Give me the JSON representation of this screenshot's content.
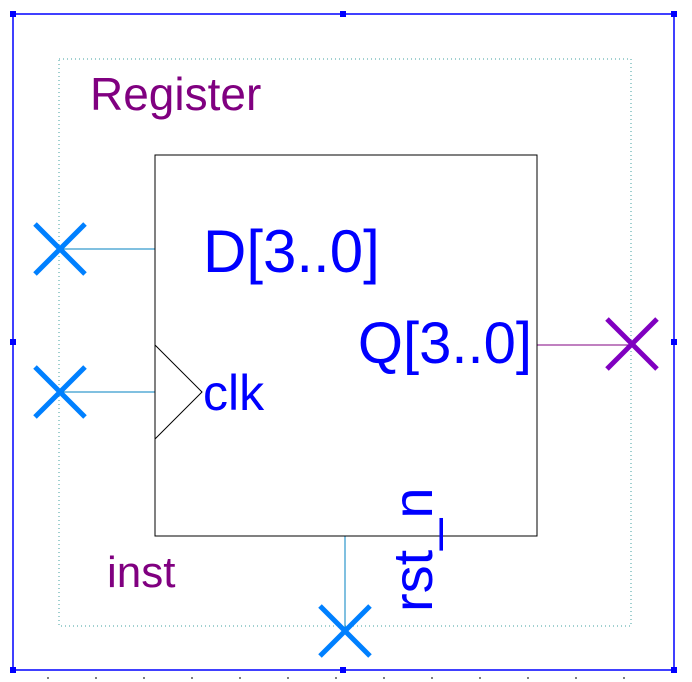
{
  "symbol": {
    "name": "Register",
    "instance": "inst",
    "ports": {
      "data_in": "D[3..0]",
      "clock": "clk",
      "data_out": "Q[3..0]",
      "reset": "rst_n"
    }
  },
  "colors": {
    "background": "#ffffff",
    "selection_frame": "#0000ff",
    "dotted_border": "#40a0a0",
    "body_outline": "#000000",
    "port_text": "#0000ff",
    "label_text": "#800080",
    "input_pin": "#0080ff",
    "input_wire": "#0080c0",
    "output_pin": "#8000c0",
    "output_wire": "#800080",
    "tick": "#000000"
  },
  "icons": {
    "input_pin": "x-pin-icon",
    "output_pin": "x-pin-icon",
    "clock_marker": "clock-triangle-icon"
  }
}
